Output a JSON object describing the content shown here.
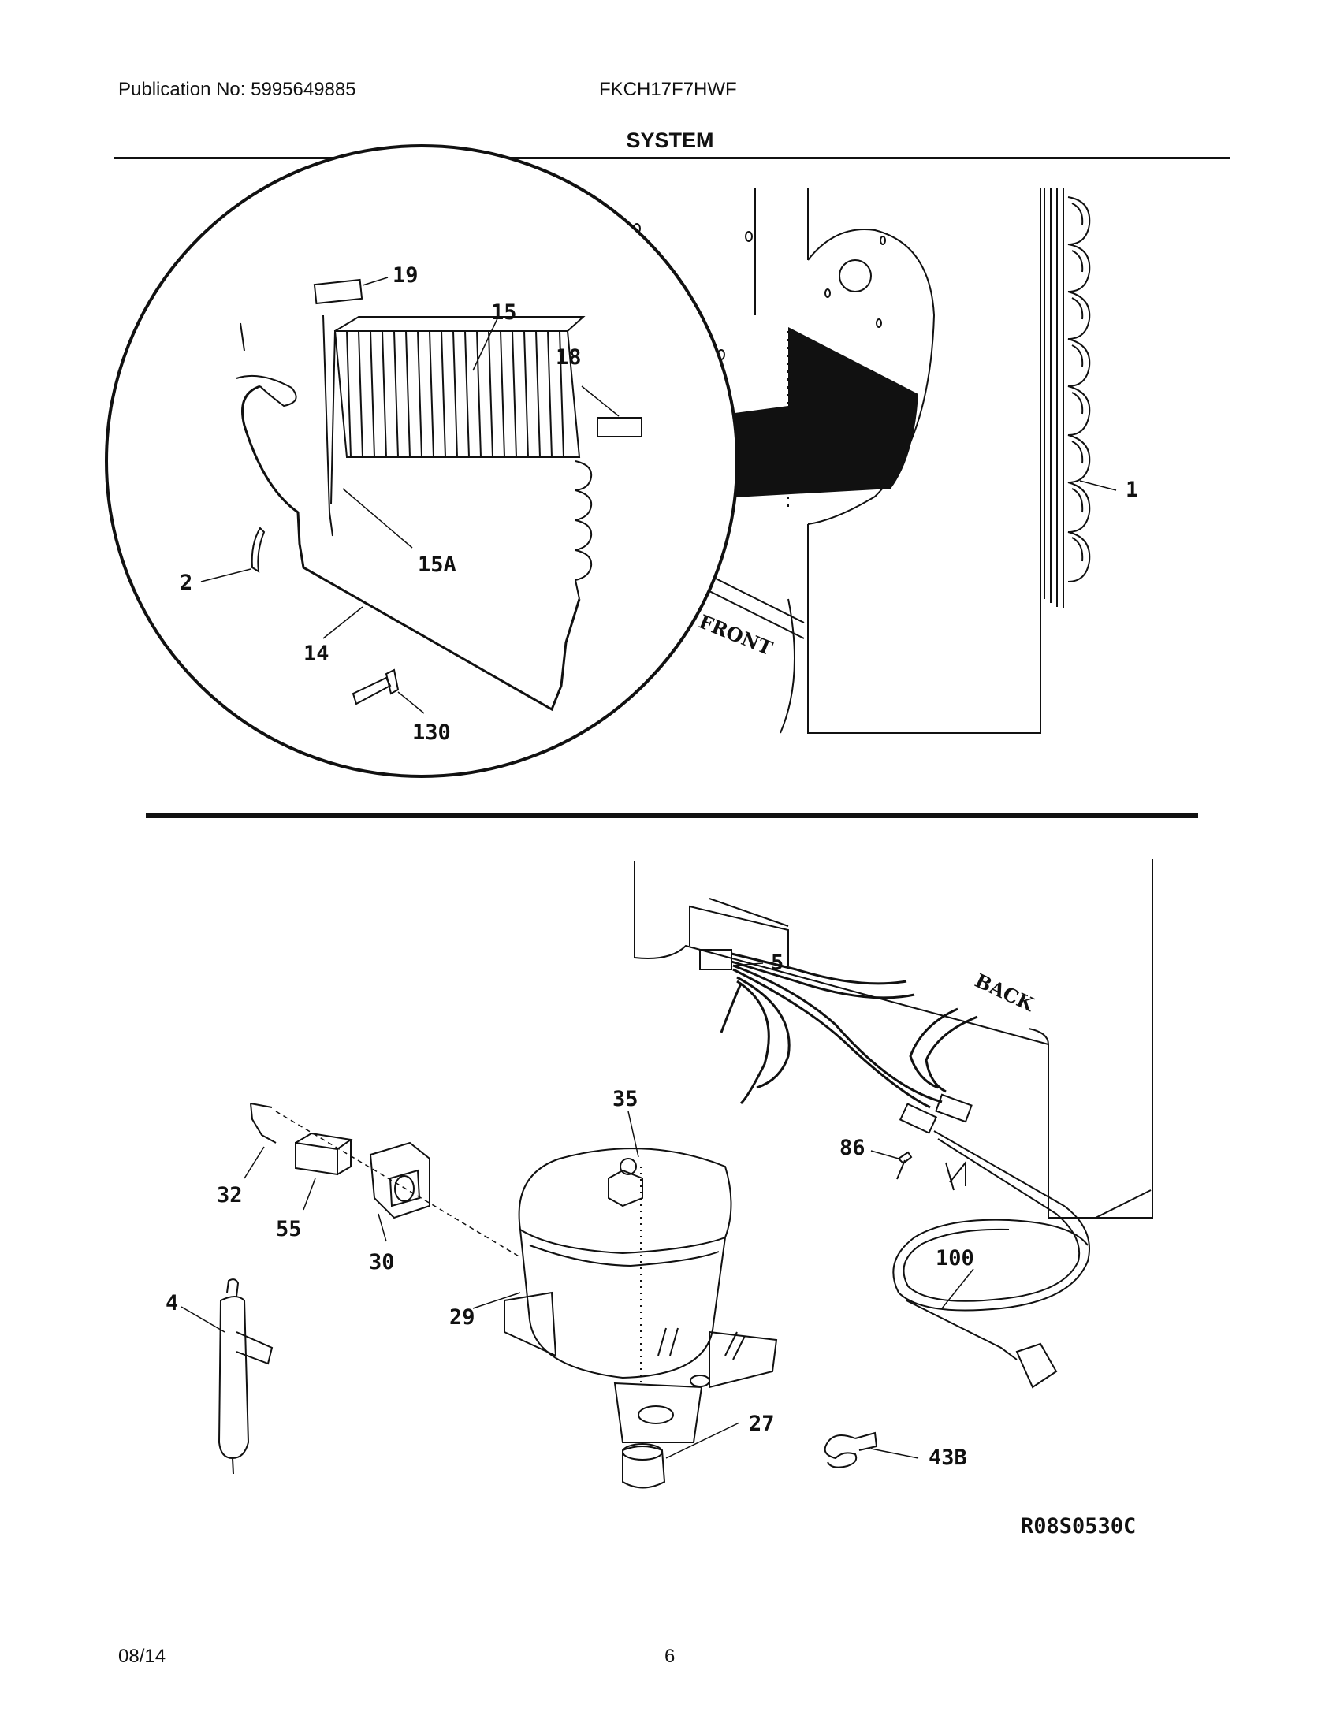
{
  "header": {
    "publication": "Publication No: 5995649885",
    "model": "FKCH17F7HWF",
    "section_title": "SYSTEM"
  },
  "diagram": {
    "top": {
      "callouts": [
        "19",
        "15",
        "18",
        "1",
        "15A",
        "2",
        "14",
        "130"
      ],
      "stamps": [
        "FRONT"
      ]
    },
    "bottom": {
      "callouts": [
        "5",
        "35",
        "86",
        "32",
        "55",
        "30",
        "100",
        "4",
        "29",
        "27",
        "43B"
      ],
      "stamps": [
        "BACK"
      ]
    },
    "drawing_code": "R08S0530C"
  },
  "footer": {
    "date": "08/14",
    "page": "6"
  }
}
